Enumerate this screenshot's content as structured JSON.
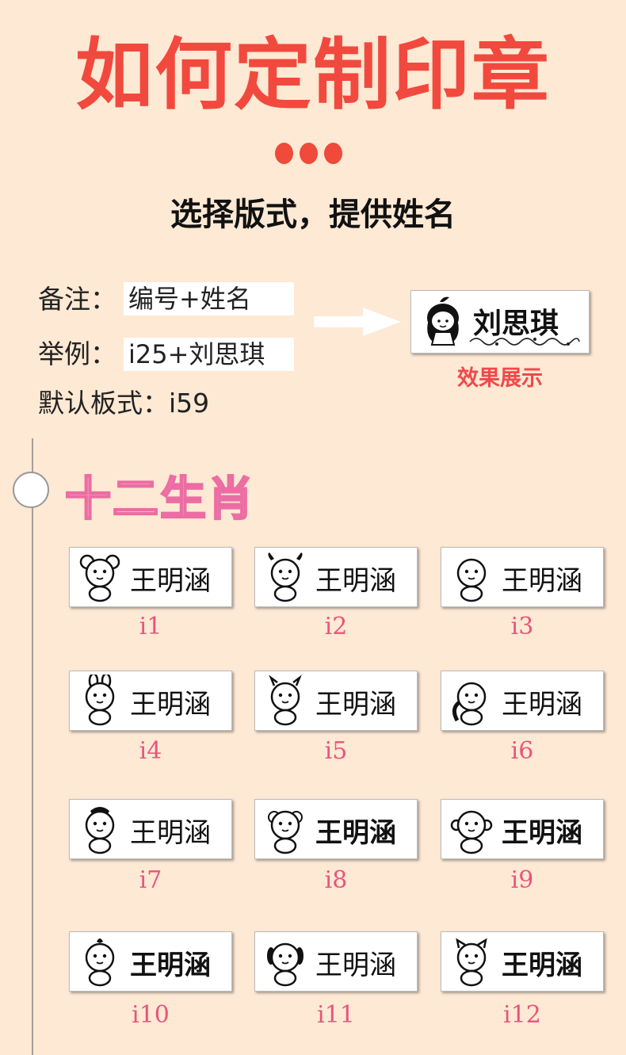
{
  "title": "如何定制印章",
  "subtitle": "选择版式，提供姓名",
  "notes": {
    "remark_label": "备注：",
    "remark_value": "编号+姓名",
    "example_label": "举例：",
    "example_value": "i25+刘思琪",
    "default_label": "默认板式：i59"
  },
  "sample": {
    "name": "刘思琪",
    "caption": "效果展示",
    "icon": "girl-icon"
  },
  "section_title": "十二生肖",
  "colors": {
    "title_red": "#f2493e",
    "background": "#fde9d4",
    "label_pink": "#e9547c",
    "section_pink": "#ec6da3"
  },
  "stamps": [
    {
      "code": "i1",
      "name": "王明涵",
      "icon": "rat-icon"
    },
    {
      "code": "i2",
      "name": "王明涵",
      "icon": "ox-icon"
    },
    {
      "code": "i3",
      "name": "王明涵",
      "icon": "tiger-icon"
    },
    {
      "code": "i4",
      "name": "王明涵",
      "icon": "rabbit-icon"
    },
    {
      "code": "i5",
      "name": "王明涵",
      "icon": "dragon-icon"
    },
    {
      "code": "i6",
      "name": "王明涵",
      "icon": "snake-icon"
    },
    {
      "code": "i7",
      "name": "王明涵",
      "icon": "horse-icon"
    },
    {
      "code": "i8",
      "name": "王明涵",
      "icon": "sheep-icon"
    },
    {
      "code": "i9",
      "name": "王明涵",
      "icon": "monkey-icon"
    },
    {
      "code": "i10",
      "name": "王明涵",
      "icon": "rooster-icon"
    },
    {
      "code": "i11",
      "name": "王明涵",
      "icon": "dog-icon"
    },
    {
      "code": "i12",
      "name": "王明涵",
      "icon": "pig-icon"
    }
  ]
}
